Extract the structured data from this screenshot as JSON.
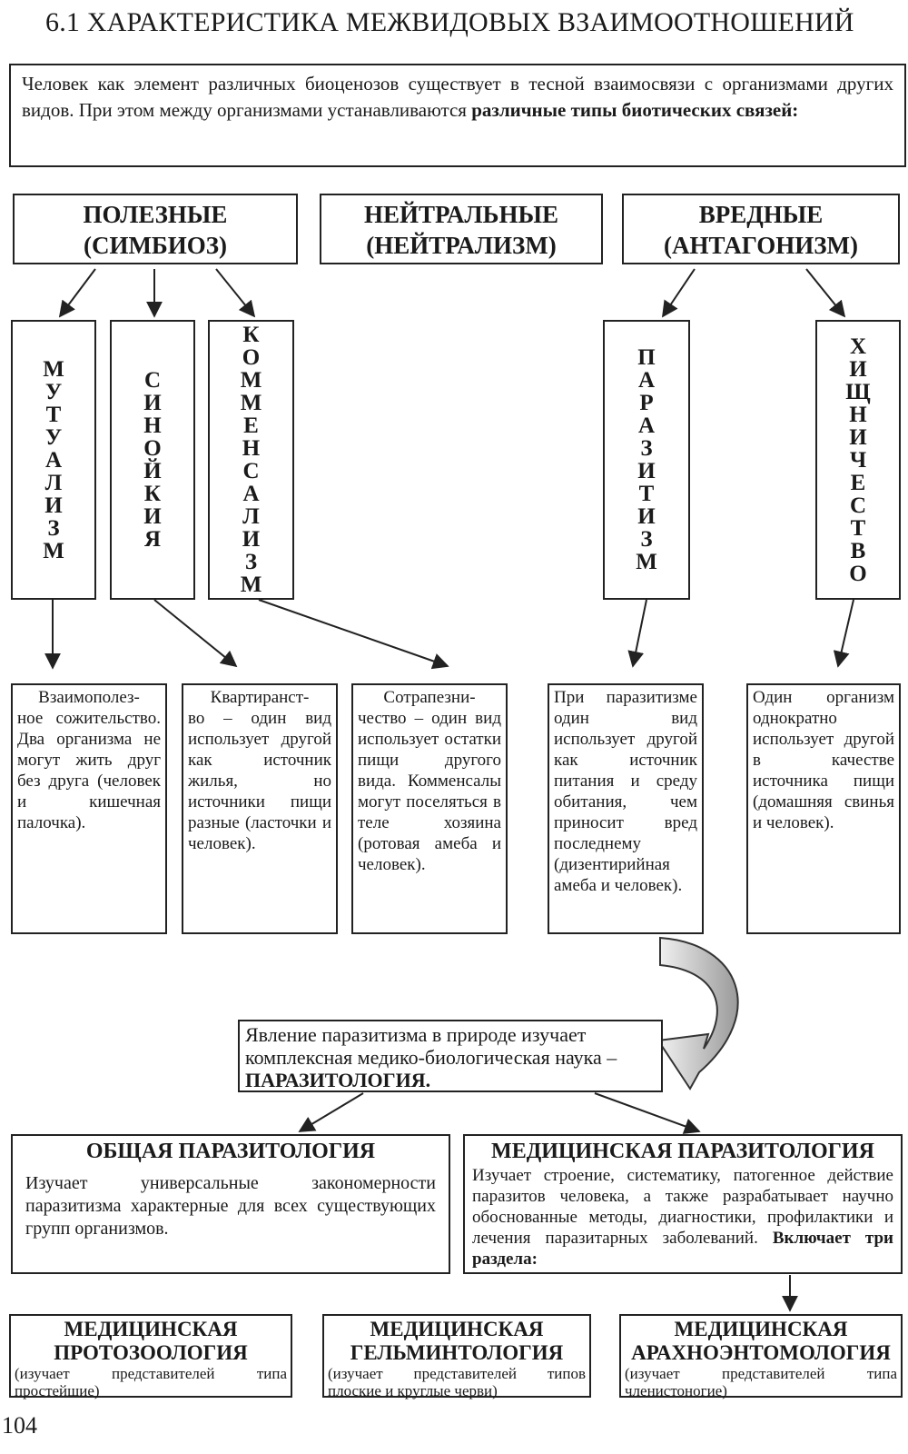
{
  "title": "6.1 ХАРАКТЕРИСТИКА МЕЖВИДОВЫХ ВЗАИМООТНОШЕНИЙ",
  "intro": {
    "text": "Человек как элемент различных биоценозов существует в тесной взаимосвязи с организмами других видов. При этом между организмами устанавливаются ",
    "bold": "различные типы биотических связей:"
  },
  "categories": [
    {
      "line1": "ПОЛЕЗНЫЕ",
      "line2": "(СИМБИОЗ)"
    },
    {
      "line1": "НЕЙТРАЛЬНЫЕ",
      "line2": "(НЕЙТРАЛИЗМ)"
    },
    {
      "line1": "ВРЕДНЫЕ",
      "line2": "(АНТАГОНИЗМ)"
    }
  ],
  "types": [
    "МУТУАЛИЗМ",
    "СИНОЙКИЯ",
    "КОММЕНСАЛИЗМ",
    "ПАРАЗИТИЗМ",
    "ХИЩНИЧЕСТВО"
  ],
  "descriptions": [
    {
      "first": "Взаимополез-",
      "rest": "ное сожительство. Два организма не могут жить друг без друга (человек и кишечная палочка)."
    },
    {
      "first": "Квартиранст-",
      "rest": "во – один вид использует другой как источник жилья, но источники пищи разные (ласточки и человек)."
    },
    {
      "first": "Сотрапезни-",
      "rest": "чество – один вид использует остатки пищи другого вида. Комменсалы могут поселяться в теле хозяина (ротовая амеба и человек)."
    },
    {
      "first": "",
      "rest": "При паразитизме один вид использует другой как источник питания и среду обитания, чем приносит вред последнему (дизентирийная амеба и человек)."
    },
    {
      "first": "",
      "rest": "Один организм однократно использует другой в качестве источника пищи (домашняя свинья и человек)."
    }
  ],
  "parasitology": {
    "text": "Явление паразитизма в природе изучает комплексная медико-биологическая наука – ",
    "bold": "ПАРАЗИТОЛОГИЯ."
  },
  "general": {
    "title": "ОБЩАЯ ПАРАЗИТОЛОГИЯ",
    "body": "Изучает универсальные закономерности паразитизма характерные для всех существующих групп организмов."
  },
  "medical": {
    "title": "МЕДИЦИНСКАЯ ПАРАЗИТОЛОГИЯ",
    "body": "Изучает строение, систематику, патогенное действие паразитов человека, а также разрабатывает научно обоснованные методы, диагностики, профилактики и лечения паразитарных заболеваний. ",
    "bold": "Включает три раздела:"
  },
  "sections": [
    {
      "line1": "МЕДИЦИНСКАЯ",
      "line2": "ПРОТОЗООЛОГИЯ",
      "note": "(изучает представителей типа простейшие)"
    },
    {
      "line1": "МЕДИЦИНСКАЯ",
      "line2": "ГЕЛЬМИНТОЛОГИЯ",
      "note": "(изучает представителей типов плоские и круглые черви)"
    },
    {
      "line1": "МЕДИЦИНСКАЯ",
      "line2": "АРАХНОЭНТОМОЛОГИЯ",
      "note": "(изучает представителей типа членистоногие)"
    }
  ],
  "page_number": "104"
}
